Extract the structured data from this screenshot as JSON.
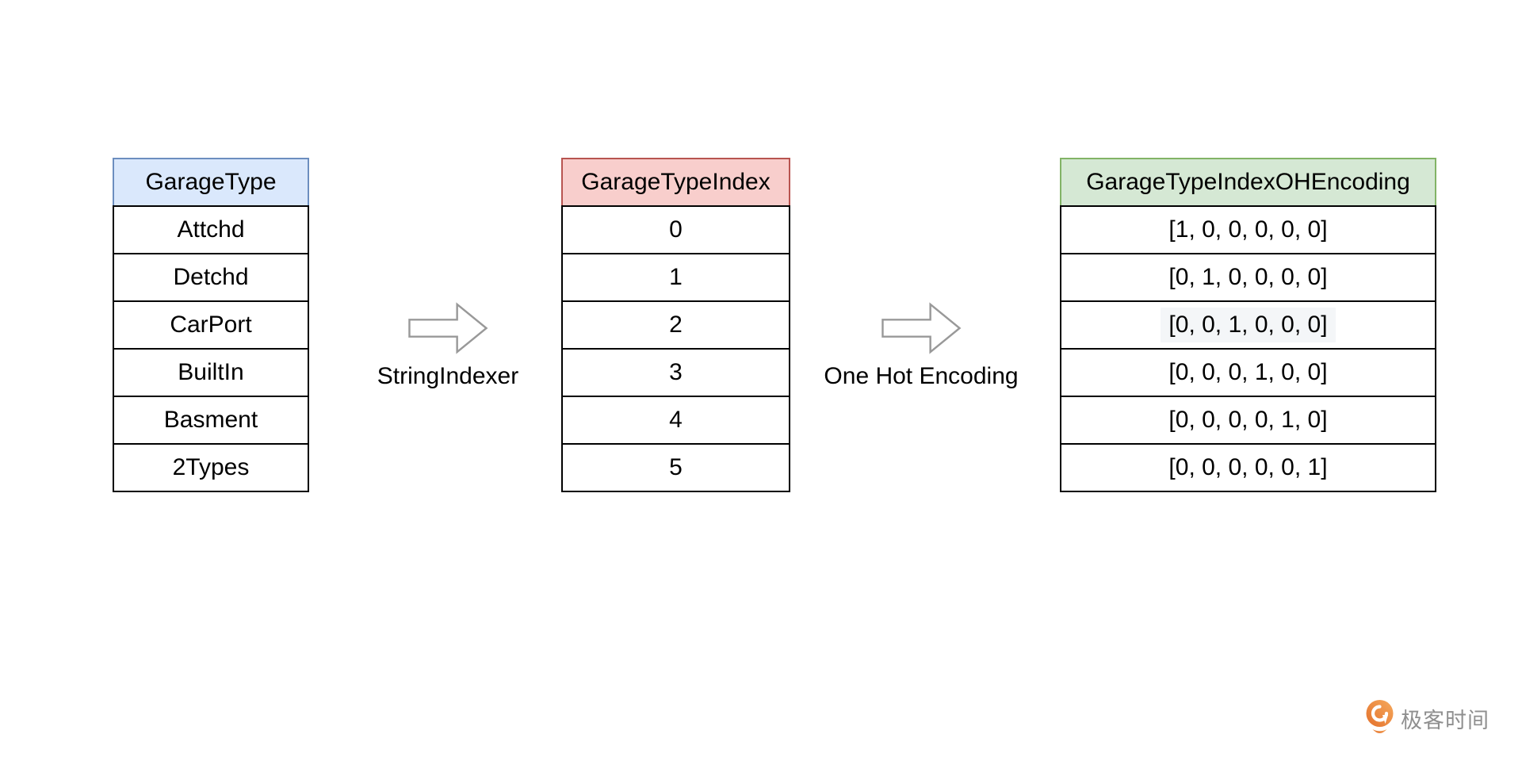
{
  "diagram": {
    "title_context": "categorical feature encoding pipeline",
    "tables": [
      {
        "id": "garage-type",
        "header": "GarageType",
        "header_fill": "#dae8fc",
        "header_stroke": "#6c8ebf",
        "rows": [
          "Attchd",
          "Detchd",
          "CarPort",
          "BuiltIn",
          "Basment",
          "2Types"
        ]
      },
      {
        "id": "garage-type-index",
        "header": "GarageTypeIndex",
        "header_fill": "#f8cecc",
        "header_stroke": "#b85450",
        "rows": [
          "0",
          "1",
          "2",
          "3",
          "4",
          "5"
        ]
      },
      {
        "id": "garage-type-index-oh-encoding",
        "header": "GarageTypeIndexOHEncoding",
        "header_fill": "#d5e8d4",
        "header_stroke": "#82b366",
        "rows": [
          "[1, 0, 0, 0, 0, 0]",
          "[0, 1, 0, 0, 0, 0]",
          "[0, 0, 1, 0, 0, 0]",
          "[0, 0, 0, 1, 0, 0]",
          "[0, 0, 0, 0, 1, 0]",
          "[0, 0, 0, 0, 0, 1]"
        ],
        "highlighted_row_index": 2,
        "highlight_color": "#f4f6f8"
      }
    ],
    "arrows": [
      {
        "label": "StringIndexer",
        "stroke": "#999999"
      },
      {
        "label": "One Hot Encoding",
        "stroke": "#999999"
      }
    ]
  },
  "branding": {
    "logo_text": "极客时间",
    "logo_orange": "#ee8a3e",
    "logo_text_color": "#8f8f8f"
  }
}
